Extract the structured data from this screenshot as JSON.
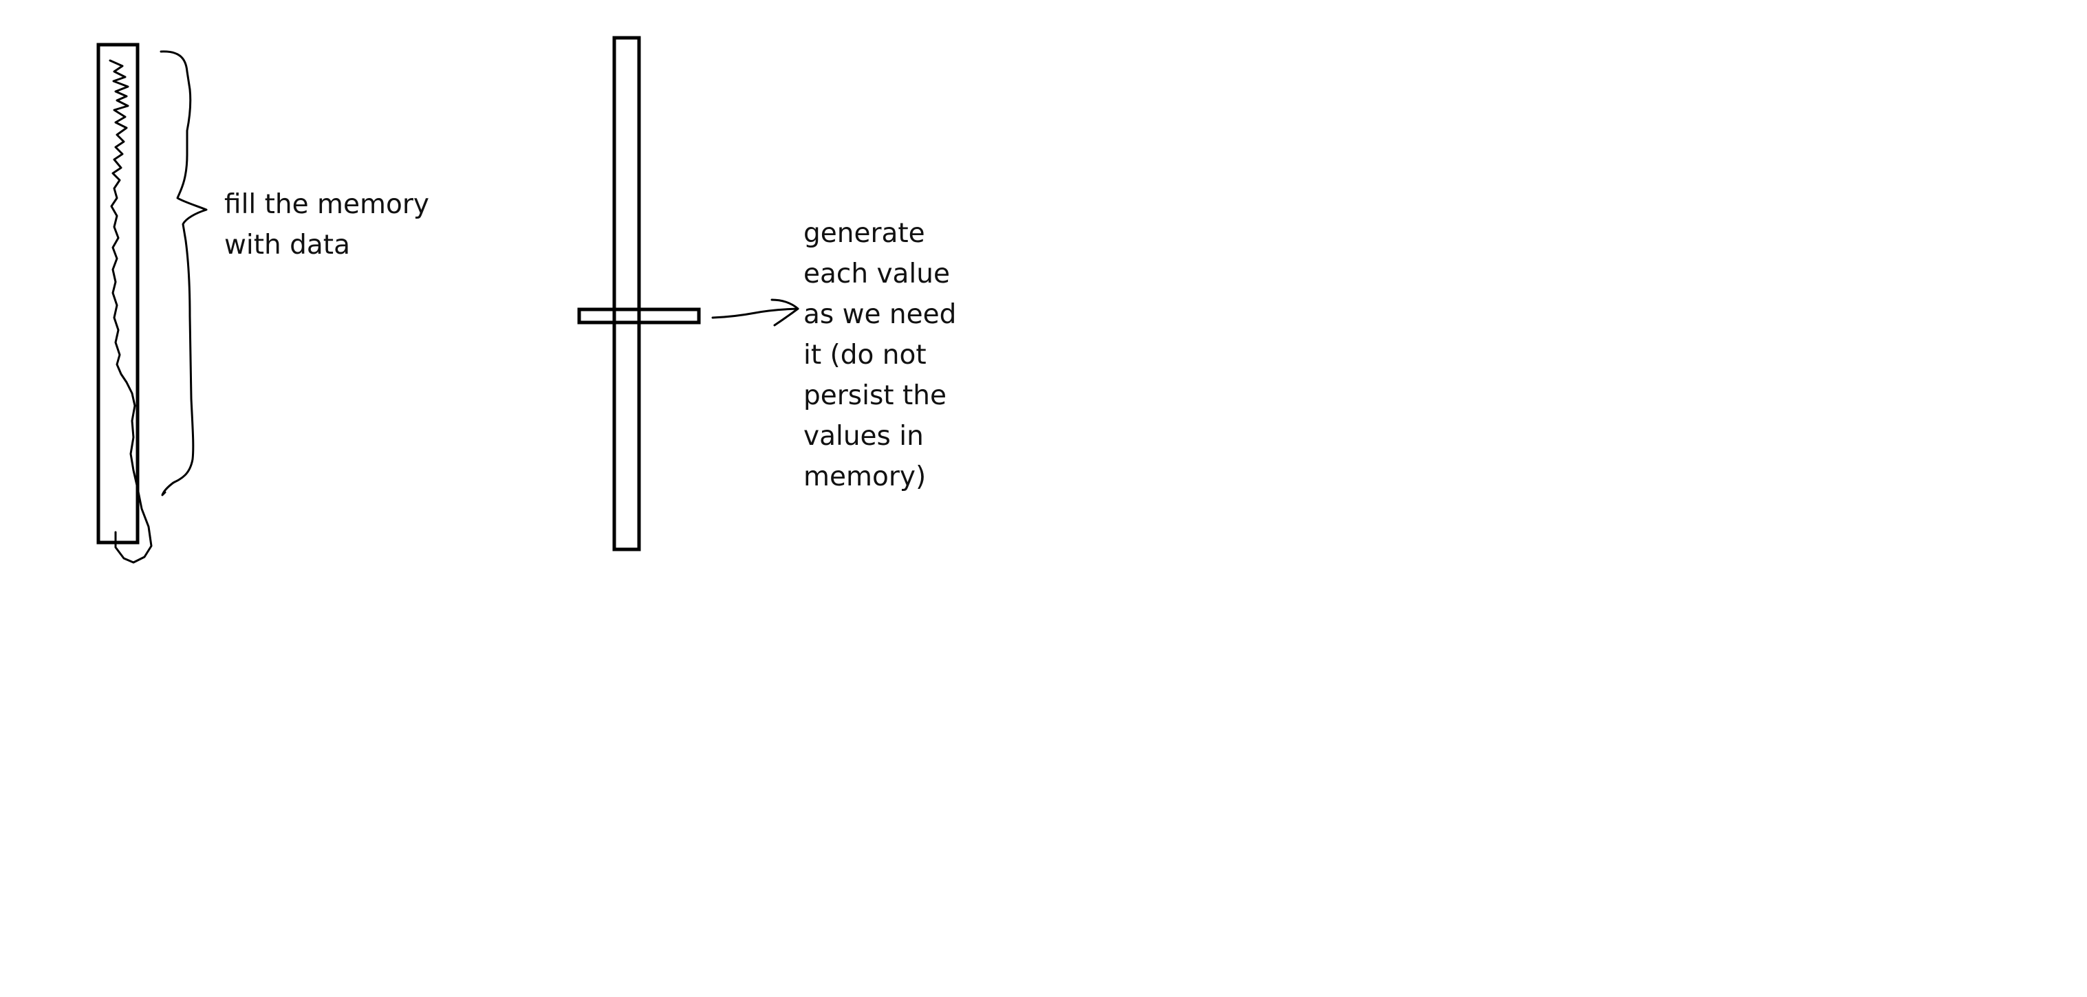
{
  "diagram": {
    "left_panel": {
      "annotation_lines": [
        "fill the memory",
        "with data"
      ]
    },
    "right_panel": {
      "annotation_lines": [
        "generate",
        "each value",
        "as we need",
        "it (do not",
        "persist the",
        "values in",
        "memory)"
      ]
    },
    "colors": {
      "background": "#ffffff",
      "ink": "#000000"
    }
  }
}
